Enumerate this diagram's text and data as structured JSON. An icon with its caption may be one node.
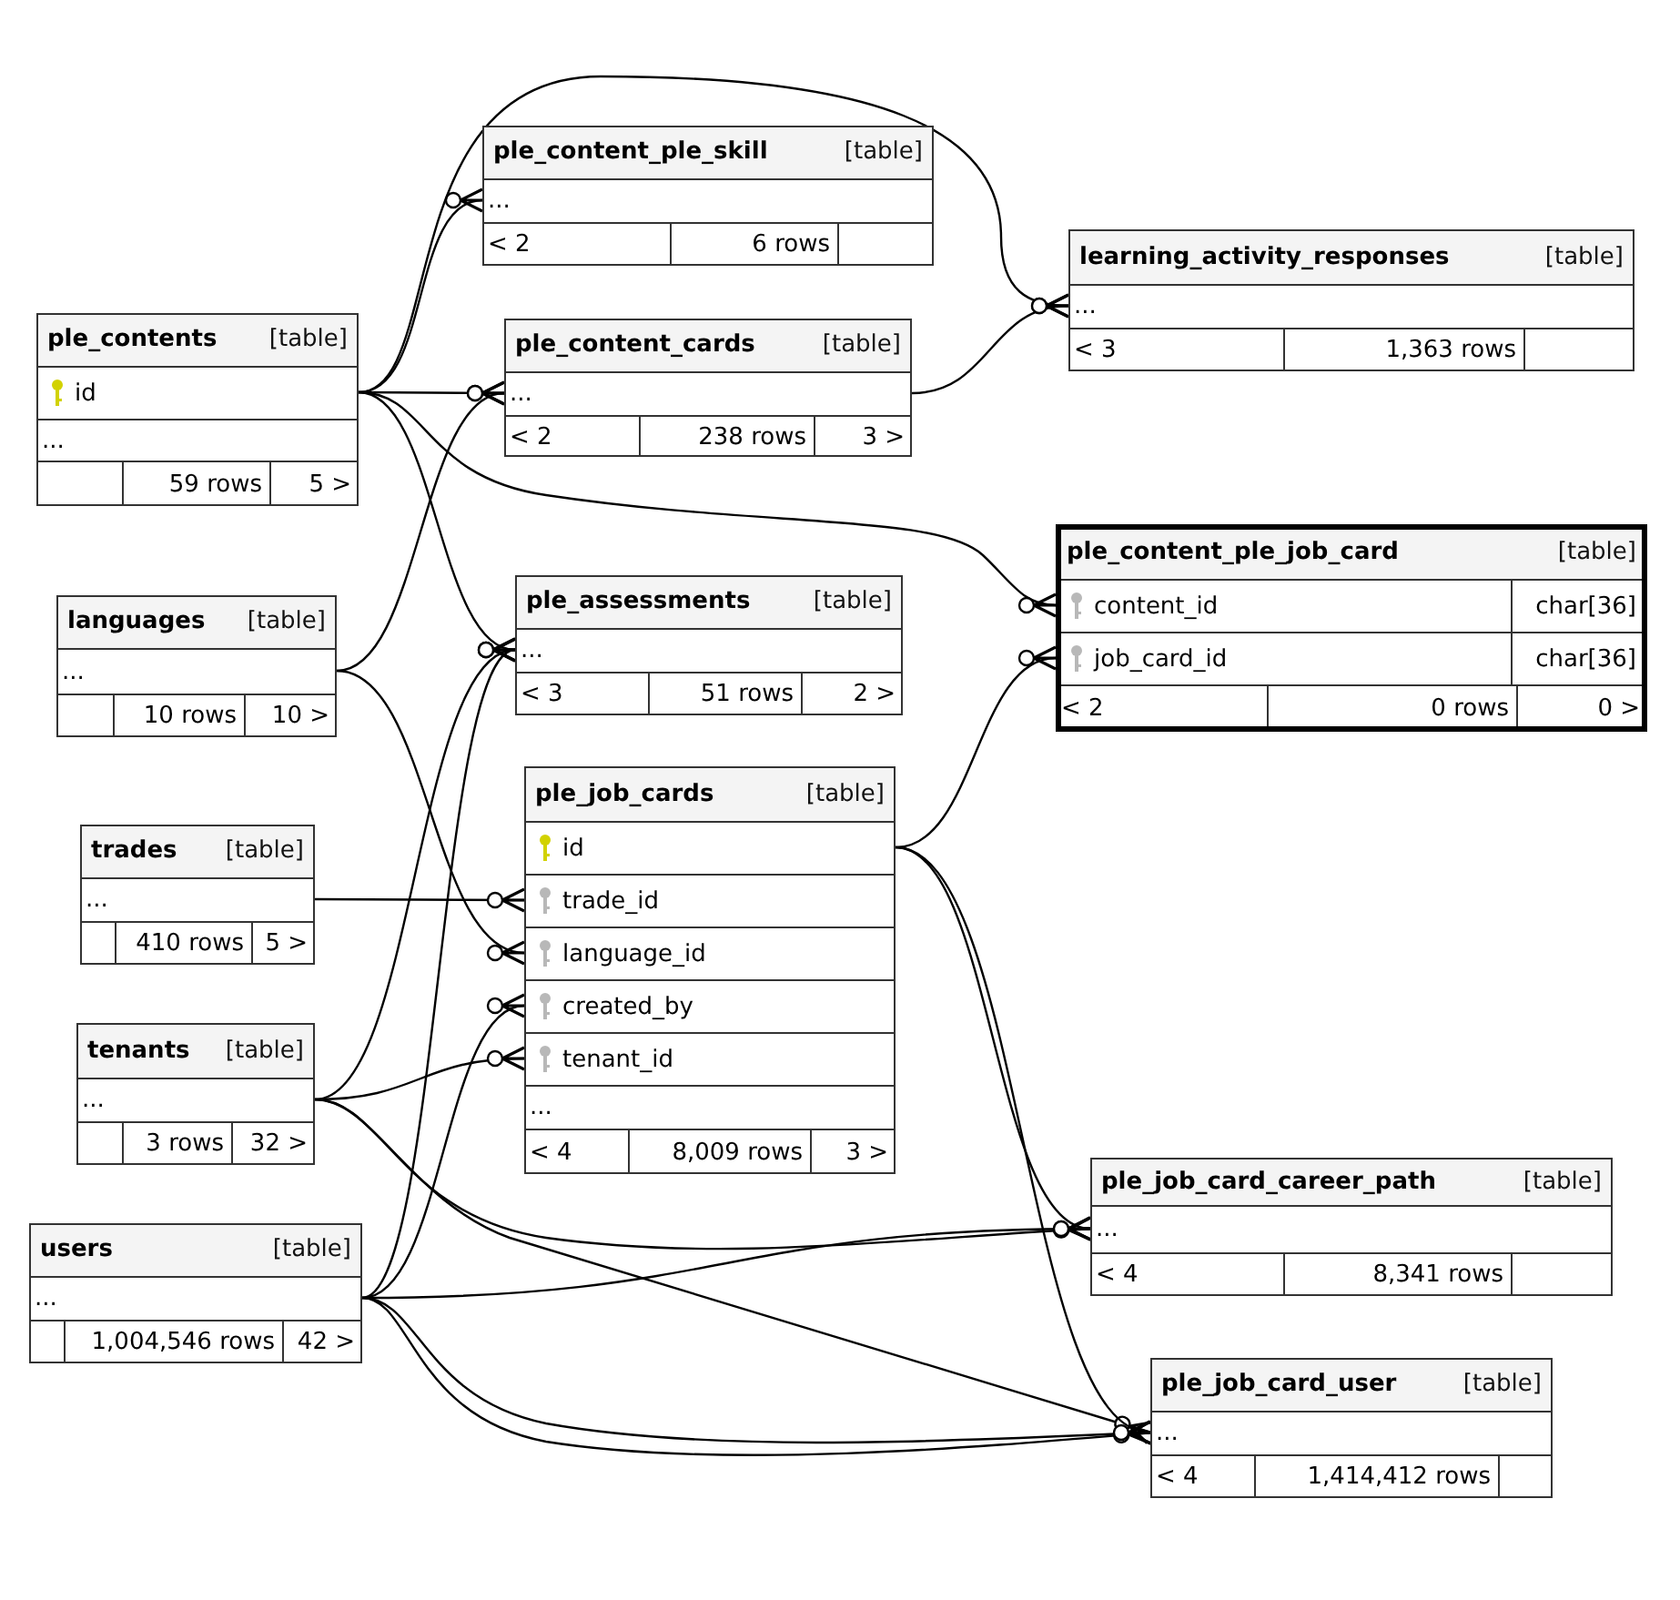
{
  "diagram": {
    "nodes": [
      {
        "text": [
          "ple_content_ple_skill",
          "[table]"
        ]
      },
      {
        "text": [
          "..."
        ],
        "in": 0
      },
      {
        "text": [
          "< 2"
        ],
        "in": 0
      },
      {
        "text": [
          "6 rows"
        ],
        "in": 0
      },
      {
        "text": [],
        "shape": "box",
        "in": 0
      },
      {
        "text": [
          "learning_activity_responses",
          "[table]"
        ]
      },
      {
        "text": [
          "..."
        ],
        "in": 5
      },
      {
        "text": [
          "< 3"
        ],
        "in": 5
      },
      {
        "text": [
          "1,363 rows"
        ],
        "in": 5
      },
      {
        "text": [],
        "shape": "box",
        "in": 5
      },
      {
        "text": [
          "ple_contents",
          "[table]"
        ]
      },
      {
        "text": [
          "id"
        ],
        "in": 10
      },
      {
        "text": [
          "..."
        ],
        "in": 10
      },
      {
        "text": [],
        "shape": "box",
        "in": 10
      },
      {
        "text": [
          "59 rows"
        ],
        "in": 10
      },
      {
        "text": [
          "5 >"
        ],
        "in": 10
      },
      {
        "text": [
          "ple_content_cards",
          "[table]"
        ]
      },
      {
        "text": [
          "..."
        ],
        "in": 16
      },
      {
        "text": [
          "< 2"
        ],
        "in": 16
      },
      {
        "text": [
          "238 rows"
        ],
        "in": 16
      },
      {
        "text": [
          "3 >"
        ],
        "in": 16
      },
      {
        "text": [
          "ple_content_ple_job_card",
          "[table]"
        ]
      },
      {
        "text": [
          "content_id",
          "char[36]"
        ],
        "in": 21
      },
      {
        "text": [
          "job_card_id",
          "char[36]"
        ],
        "in": 21
      },
      {
        "text": [
          "< 2"
        ],
        "in": 21
      },
      {
        "text": [
          "0 rows"
        ],
        "in": 21
      },
      {
        "text": [
          "0 >"
        ],
        "in": 21
      },
      {
        "text": [
          "languages",
          "[table]"
        ]
      },
      {
        "text": [
          "..."
        ],
        "in": 27
      },
      {
        "text": [],
        "shape": "box",
        "in": 27
      },
      {
        "text": [
          "10 rows"
        ],
        "in": 27
      },
      {
        "text": [
          "10 >"
        ],
        "in": 27
      },
      {
        "text": [
          "ple_assessments",
          "[table]"
        ]
      },
      {
        "text": [
          "..."
        ],
        "in": 32
      },
      {
        "text": [
          "< 3"
        ],
        "in": 32
      },
      {
        "text": [
          "51 rows"
        ],
        "in": 32
      },
      {
        "text": [
          "2 >"
        ],
        "in": 32
      },
      {
        "text": [
          "ple_job_cards",
          "[table]"
        ]
      },
      {
        "text": [
          "id"
        ],
        "in": 37
      },
      {
        "text": [
          "trade_id"
        ],
        "in": 37
      },
      {
        "text": [
          "language_id"
        ],
        "in": 37
      },
      {
        "text": [
          "created_by"
        ],
        "in": 37
      },
      {
        "text": [
          "tenant_id"
        ],
        "in": 37
      },
      {
        "text": [
          "..."
        ],
        "in": 37
      },
      {
        "text": [
          "< 4"
        ],
        "in": 37
      },
      {
        "text": [
          "8,009 rows"
        ],
        "in": 37
      },
      {
        "text": [
          "3 >"
        ],
        "in": 37
      },
      {
        "text": [
          "trades",
          "[table]"
        ]
      },
      {
        "text": [
          "..."
        ],
        "in": 47
      },
      {
        "text": [],
        "shape": "box",
        "in": 47
      },
      {
        "text": [
          "410 rows"
        ],
        "in": 47
      },
      {
        "text": [
          "5 >"
        ],
        "in": 47
      },
      {
        "text": [
          "tenants",
          "[table]"
        ]
      },
      {
        "text": [
          "..."
        ],
        "in": 52
      },
      {
        "text": [],
        "shape": "box",
        "in": 52
      },
      {
        "text": [
          "3 rows"
        ],
        "in": 52
      },
      {
        "text": [
          "32 >"
        ],
        "in": 52
      },
      {
        "text": [
          "users",
          "[table]"
        ]
      },
      {
        "text": [
          "..."
        ],
        "in": 57
      },
      {
        "text": [],
        "shape": "box",
        "in": 57
      },
      {
        "text": [
          "1,004,546 rows"
        ],
        "in": 57
      },
      {
        "text": [
          "42 >"
        ],
        "in": 57
      },
      {
        "text": [
          "ple_job_card_career_path",
          "[table]"
        ]
      },
      {
        "text": [
          "..."
        ],
        "in": 62
      },
      {
        "text": [
          "< 4"
        ],
        "in": 62
      },
      {
        "text": [
          "8,341 rows"
        ],
        "in": 62
      },
      {
        "text": [],
        "shape": "box",
        "in": 62
      },
      {
        "text": [
          "ple_job_card_user",
          "[table]"
        ]
      },
      {
        "text": [
          "..."
        ],
        "in": 67
      },
      {
        "text": [
          "< 4"
        ],
        "in": 67
      },
      {
        "text": [
          "1,414,412 rows"
        ],
        "in": 67
      },
      {
        "text": [],
        "shape": "box",
        "in": 67
      }
    ],
    "edges": [
      {
        "from": 11,
        "to": 1,
        "arrow": "other"
      },
      {
        "from": 11,
        "to": 6,
        "arrow": "other"
      },
      {
        "from": 11,
        "to": 17,
        "arrow": "other"
      },
      {
        "from": 11,
        "to": 33,
        "arrow": "other"
      },
      {
        "from": 11,
        "to": 22,
        "arrow": "other"
      },
      {
        "from": 28,
        "to": 17,
        "arrow": "other"
      },
      {
        "from": 28,
        "to": 40,
        "arrow": "other"
      },
      {
        "from": 17,
        "to": 6,
        "arrow": "other"
      },
      {
        "from": 48,
        "to": 39,
        "arrow": "other"
      },
      {
        "from": 53,
        "to": 33,
        "arrow": "other"
      },
      {
        "from": 53,
        "to": 42,
        "arrow": "other"
      },
      {
        "from": 53,
        "to": 63,
        "arrow": "other"
      },
      {
        "from": 53,
        "to": 68,
        "arrow": "other"
      },
      {
        "from": 58,
        "to": 33,
        "arrow": "other"
      },
      {
        "from": 58,
        "to": 41,
        "arrow": "other"
      },
      {
        "from": 58,
        "to": 63,
        "arrow": "other"
      },
      {
        "from": 58,
        "to": 68,
        "arrow": "other"
      },
      {
        "from": 58,
        "to": 68,
        "arrow": "other"
      },
      {
        "from": 38,
        "to": 23,
        "arrow": "other"
      },
      {
        "from": 38,
        "to": 63,
        "arrow": "other"
      },
      {
        "from": 38,
        "to": 68,
        "arrow": "other"
      }
    ]
  }
}
